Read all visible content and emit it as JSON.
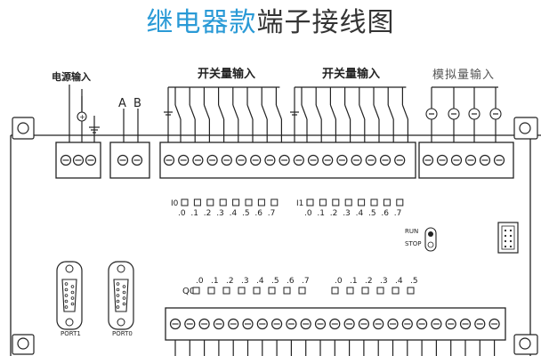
{
  "title": {
    "highlight": "继电器款",
    "rest": "端子接线图"
  },
  "labels": {
    "power_input": "电源输入",
    "comm_a": "A",
    "comm_b": "B",
    "switch_input_1": "开关量输入",
    "switch_input_2": "开关量输入",
    "analog_input": "模拟量输入",
    "input_group_1": "I0",
    "input_group_2": "I1",
    "output_group": "Q0",
    "run": "RUN",
    "stop": "STOP",
    "port1": "PORT1",
    "port0": "PORT0"
  },
  "bit_labels": {
    "i0": [
      ".0",
      ".1",
      ".2",
      ".3",
      ".4",
      ".5",
      ".6",
      ".7"
    ],
    "i1": [
      ".0",
      ".1",
      ".2",
      ".3",
      ".4",
      ".5",
      ".6",
      ".7"
    ],
    "q0a": [
      ".0",
      ".1",
      ".2",
      ".3",
      ".4",
      ".5",
      ".6",
      ".7"
    ],
    "q0b": [
      ".0",
      ".1",
      ".2",
      ".3",
      ".4",
      ".5"
    ]
  },
  "colors": {
    "title_blue": "#2a9ad6",
    "title_dark": "#333333",
    "line": "#222222"
  }
}
